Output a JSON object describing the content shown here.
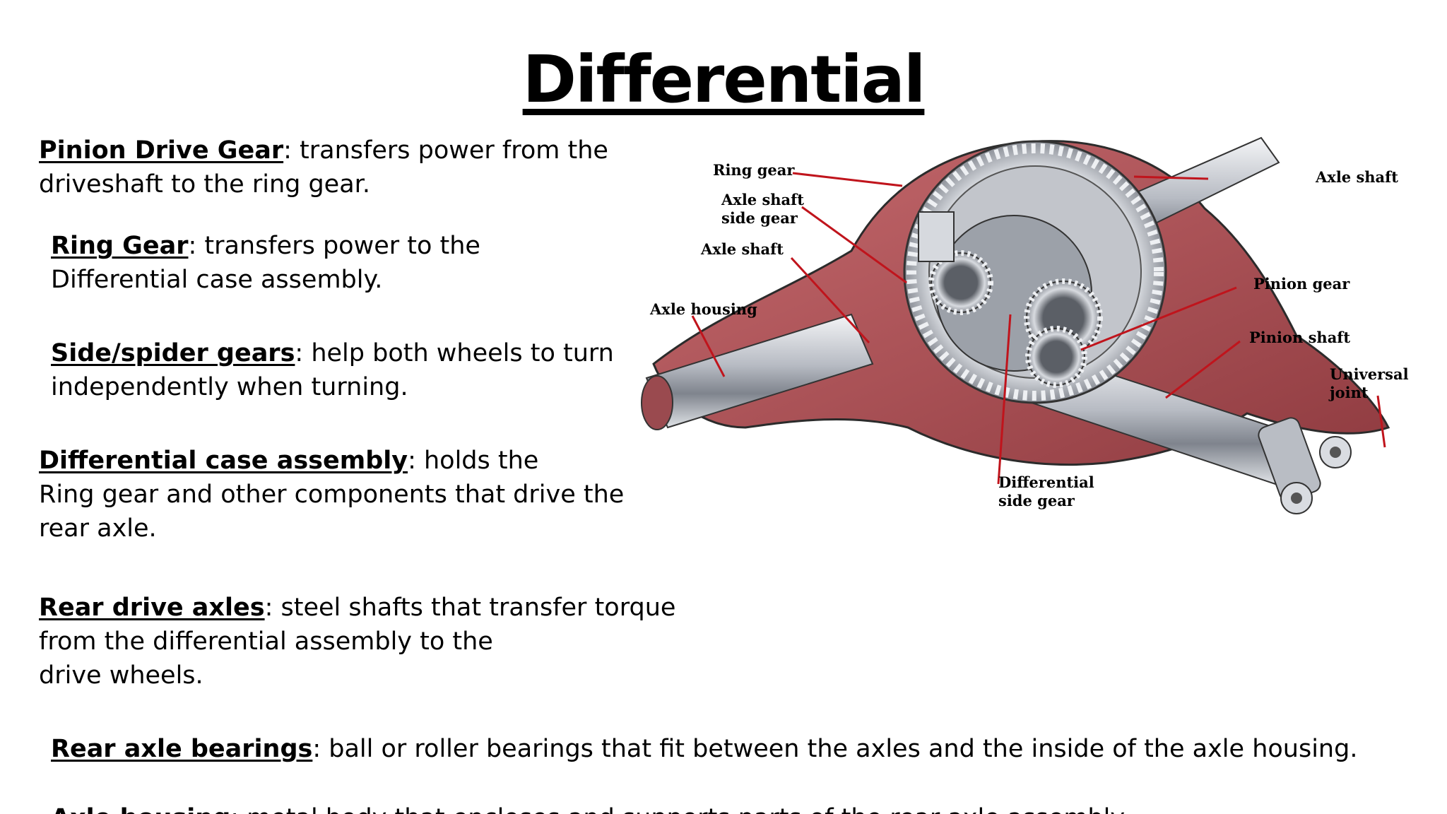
{
  "title": "Differential",
  "paragraphs": [
    {
      "term": "Pinion Drive Gear",
      "rest_line1": ": transfers power from  the",
      "line2": "driveshaft to the ring gear.",
      "line3": ""
    },
    {
      "term": "Ring Gear",
      "rest_line1": ": transfers power to the",
      "line2": "Differential case assembly.",
      "line3": ""
    },
    {
      "term": "Side/spider gears",
      "rest_line1": ": help both wheels  to turn",
      "line2": "independently when turning.",
      "line3": ""
    },
    {
      "term": "Differential case assembly",
      "rest_line1": ": holds the",
      "line2": "Ring gear and other components that drive the",
      "line3": "rear axle."
    },
    {
      "term": "Rear drive axles",
      "rest_line1": ": steel shafts that transfer torque",
      "line2": "from the differential assembly to the",
      "line3": "drive wheels."
    },
    {
      "term": "Rear axle bearings",
      "rest_line1": ": ball or roller bearings that fit between the axles and the inside of the  axle housing.",
      "line2": "",
      "line3": ""
    },
    {
      "term": "Axle housing",
      "rest_line1": ": metal body that encloses and supports parts of the rear axle assembly.",
      "line2": "",
      "line3": ""
    }
  ],
  "diagram": {
    "labels": {
      "ring_gear": "Ring gear",
      "axle_shaft_side_gear_1": "Axle shaft",
      "axle_shaft_side_gear_2": "side gear",
      "axle_shaft_left": "Axle shaft",
      "axle_housing": "Axle housing",
      "axle_shaft_right": "Axle shaft",
      "pinion_gear": "Pinion gear",
      "pinion_shaft": "Pinion shaft",
      "universal_joint_1": "Universal",
      "universal_joint_2": "joint",
      "differential_side_gear_1": "Differential",
      "differential_side_gear_2": "side gear"
    },
    "colors": {
      "housing": "#b4575b",
      "metal": "#c9ccd2",
      "pointer": "#c0141c"
    }
  }
}
